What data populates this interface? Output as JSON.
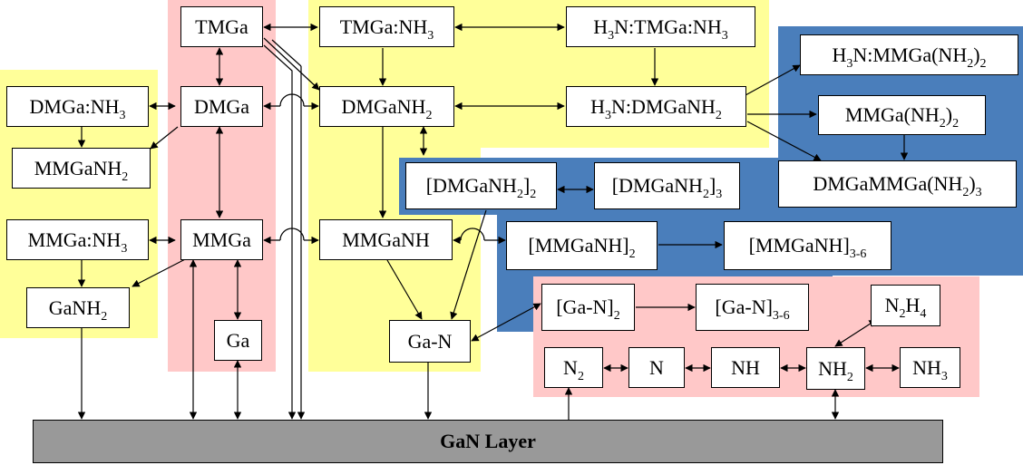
{
  "nodes": [
    {
      "id": "tmga",
      "parts": [
        [
          "TMGa",
          false
        ]
      ]
    },
    {
      "id": "tmga-nh3",
      "parts": [
        [
          "TMGa:NH",
          false
        ],
        [
          "3",
          true
        ]
      ]
    },
    {
      "id": "h3n-tmga-nh3",
      "parts": [
        [
          "H",
          false
        ],
        [
          "3",
          true
        ],
        [
          "N:TMGa:NH",
          false
        ],
        [
          "3",
          true
        ]
      ]
    },
    {
      "id": "h3n-mmga-nh2-2",
      "parts": [
        [
          "H",
          false
        ],
        [
          "3",
          true
        ],
        [
          "N:MMGa(NH",
          false
        ],
        [
          "2",
          true
        ],
        [
          ")",
          false
        ],
        [
          "2",
          true
        ]
      ]
    },
    {
      "id": "dmga-nh3",
      "parts": [
        [
          "DMGa:NH",
          false
        ],
        [
          "3",
          true
        ]
      ]
    },
    {
      "id": "dmga",
      "parts": [
        [
          "DMGa",
          false
        ]
      ]
    },
    {
      "id": "dmganh2",
      "parts": [
        [
          "DMGaNH",
          false
        ],
        [
          "2",
          true
        ]
      ]
    },
    {
      "id": "h3n-dmganh2",
      "parts": [
        [
          "H",
          false
        ],
        [
          "3",
          true
        ],
        [
          "N:DMGaNH",
          false
        ],
        [
          "2",
          true
        ]
      ]
    },
    {
      "id": "mmga-nh2-2",
      "parts": [
        [
          "MMGa(NH",
          false
        ],
        [
          "2",
          true
        ],
        [
          ")",
          false
        ],
        [
          "2",
          true
        ]
      ]
    },
    {
      "id": "mmganh2",
      "parts": [
        [
          "MMGaNH",
          false
        ],
        [
          "2",
          true
        ]
      ]
    },
    {
      "id": "dmganh2-dimer",
      "parts": [
        [
          "[DMGaNH",
          false
        ],
        [
          "2",
          true
        ],
        [
          "]",
          false
        ],
        [
          "2",
          true
        ]
      ]
    },
    {
      "id": "dmganh2-trimer",
      "parts": [
        [
          "[DMGaNH",
          false
        ],
        [
          "2",
          true
        ],
        [
          "]",
          false
        ],
        [
          "3",
          true
        ]
      ]
    },
    {
      "id": "dmgammga-nh2-3",
      "parts": [
        [
          "DMGaMMGa(NH",
          false
        ],
        [
          "2",
          true
        ],
        [
          ")",
          false
        ],
        [
          "3",
          true
        ]
      ]
    },
    {
      "id": "mmga-nh3",
      "parts": [
        [
          "MMGa:NH",
          false
        ],
        [
          "3",
          true
        ]
      ]
    },
    {
      "id": "mmga",
      "parts": [
        [
          "MMGa",
          false
        ]
      ]
    },
    {
      "id": "mmganh",
      "parts": [
        [
          "MMGaNH",
          false
        ]
      ]
    },
    {
      "id": "mmganh-dimer",
      "parts": [
        [
          "[MMGaNH]",
          false
        ],
        [
          "2",
          true
        ]
      ]
    },
    {
      "id": "mmganh-oligomer",
      "parts": [
        [
          "[MMGaNH]",
          false
        ],
        [
          "3-6",
          true
        ]
      ]
    },
    {
      "id": "ganh2",
      "parts": [
        [
          "GaNH",
          false
        ],
        [
          "2",
          true
        ]
      ]
    },
    {
      "id": "ga-n-dimer",
      "parts": [
        [
          "[Ga-N]",
          false
        ],
        [
          "2",
          true
        ]
      ]
    },
    {
      "id": "ga-n-oligomer",
      "parts": [
        [
          "[Ga-N]",
          false
        ],
        [
          "3-6",
          true
        ]
      ]
    },
    {
      "id": "n2h4",
      "parts": [
        [
          "N",
          false
        ],
        [
          "2",
          true
        ],
        [
          "H",
          false
        ],
        [
          "4",
          true
        ]
      ]
    },
    {
      "id": "ga",
      "parts": [
        [
          "Ga",
          false
        ]
      ]
    },
    {
      "id": "ga-n",
      "parts": [
        [
          "Ga-N",
          false
        ]
      ]
    },
    {
      "id": "n2",
      "parts": [
        [
          "N",
          false
        ],
        [
          "2",
          true
        ]
      ]
    },
    {
      "id": "n",
      "parts": [
        [
          "N",
          false
        ]
      ]
    },
    {
      "id": "nh",
      "parts": [
        [
          "NH",
          false
        ]
      ]
    },
    {
      "id": "nh2",
      "parts": [
        [
          "NH",
          false
        ],
        [
          "2",
          true
        ]
      ]
    },
    {
      "id": "nh3",
      "parts": [
        [
          "NH",
          false
        ],
        [
          "3",
          true
        ]
      ]
    }
  ],
  "gan_layer": "GaN Layer",
  "colors": {
    "yellow_region": "#ffff99",
    "pink_region": "#ffc8c8",
    "blue_region": "#4a7ebb",
    "layer_fill": "#999999"
  }
}
